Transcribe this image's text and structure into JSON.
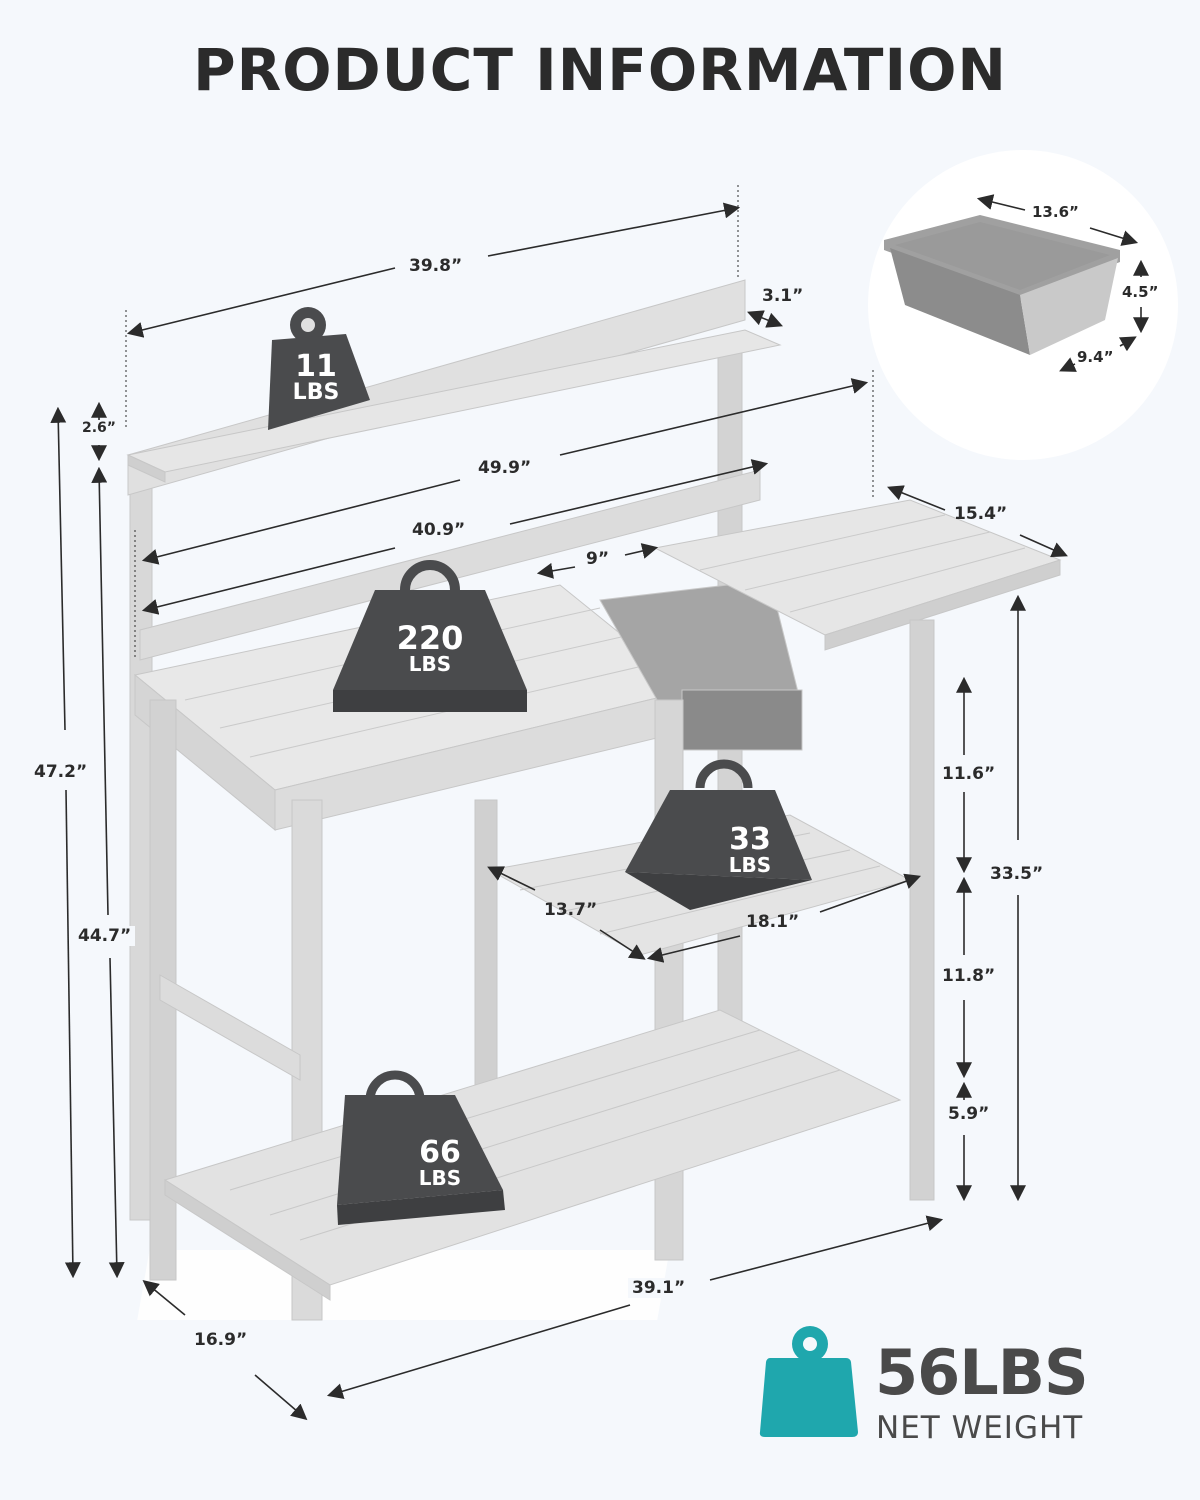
{
  "header": {
    "title": "PRODUCT INFORMATION"
  },
  "colors": {
    "background": "#f5f8fc",
    "text": "#2b2b2b",
    "wood": "#dcdcdc",
    "wood_dark": "#bdbdbd",
    "weight_icon": "#4a4b4d",
    "net_weight_icon": "#1fa7ad",
    "sink": "#8a8a8a"
  },
  "dimensions": {
    "backboard_width": "39.8”",
    "shelf_depth": "3.1”",
    "backboard_height": "2.6”",
    "total_height": "47.2”",
    "shelf_height": "44.7”",
    "overall_width": "49.9”",
    "tabletop_width": "40.9”",
    "sink_gap": "9”",
    "side_table_depth": "15.4”",
    "upper_shelf_gap": "11.6”",
    "work_height": "33.5”",
    "middle_shelf_depth": "13.7”",
    "middle_shelf_width": "18.1”",
    "lower_shelf_gap": "11.8”",
    "bottom_clearance": "5.9”",
    "base_width": "39.1”",
    "base_depth": "16.9”"
  },
  "sink": {
    "length": "13.6”",
    "depth": "4.5”",
    "width": "9.4”"
  },
  "load_capacities": [
    {
      "value": "11",
      "unit": "LBS",
      "location": "top shelf"
    },
    {
      "value": "220",
      "unit": "LBS",
      "location": "tabletop"
    },
    {
      "value": "33",
      "unit": "LBS",
      "location": "middle shelf"
    },
    {
      "value": "66",
      "unit": "LBS",
      "location": "bottom shelf"
    }
  ],
  "net_weight": {
    "value": "56LBS",
    "label": "NET WEIGHT"
  }
}
